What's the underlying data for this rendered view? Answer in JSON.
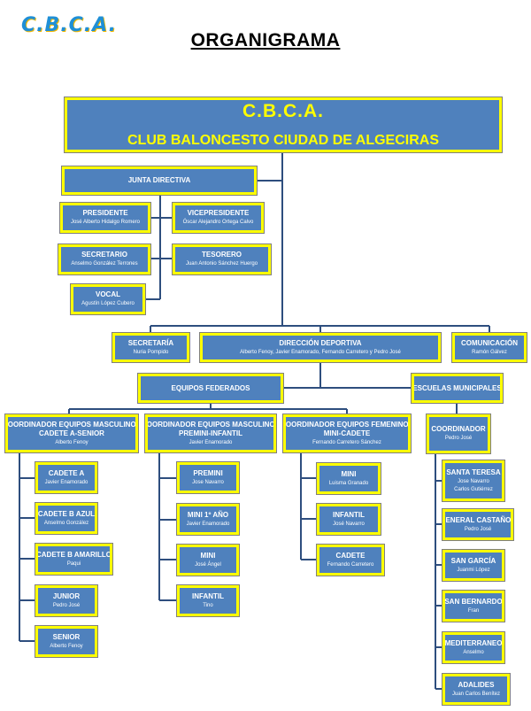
{
  "logo": "C.B.C.A.",
  "page_title": "ORGANIGRAMA",
  "main": {
    "title": "C.B.C.A.",
    "subtitle": "CLUB BALONCESTO CIUDAD DE ALGECIRAS"
  },
  "junta": {
    "title": "JUNTA DIRECTIVA",
    "presidente": {
      "role": "PRESIDENTE",
      "name": "José Alberto Hidalgo Romero"
    },
    "vicepresidente": {
      "role": "VICEPRESIDENTE",
      "name": "Óscar Alejandro Ortega Calvo"
    },
    "secretario": {
      "role": "SECRETARIO",
      "name": "Anselmo González Terrones"
    },
    "tesorero": {
      "role": "TESORERO",
      "name": "Juan Antonio Sánchez Huergo"
    },
    "vocal": {
      "role": "VOCAL",
      "name": "Agustín López Cubero"
    }
  },
  "secretaria": {
    "role": "SECRETARÍA",
    "name": "Nuria Pompido"
  },
  "direccion": {
    "role": "DIRECCIÓN DEPORTIVA",
    "name": "Alberto Fenoy, Javier Enamorado, Fernando Carretero y Pedro José"
  },
  "comunicacion": {
    "role": "COMUNICACIÓN",
    "name": "Ramón Gálvez"
  },
  "federados": {
    "title": "EQUIPOS FEDERADOS"
  },
  "escuelas": {
    "title": "ESCUELAS MUNICIPALES"
  },
  "coord_masc_senior": {
    "line1": "COORDINADOR EQUIPOS MASCULINOS",
    "line2": "CADETE A-SENIOR",
    "name": "Alberto Fenoy"
  },
  "coord_masc_premini": {
    "line1": "COORDINADOR EQUIPOS MASCULINOS",
    "line2": "PREMINI-INFANTIL",
    "name": "Javier Enamorado"
  },
  "coord_fem": {
    "line1": "COORDINADOR EQUIPOS FEMENINOS",
    "line2": "MINI-CADETE",
    "name": "Fernando Carretero Sánchez"
  },
  "coord_escuelas": {
    "role": "COORDINADOR",
    "name": "Pedro José"
  },
  "teams_senior": [
    {
      "role": "CADETE A",
      "name": "Javier Enamorado"
    },
    {
      "role": "CADETE B AZUL",
      "name": "Anselmo González"
    },
    {
      "role": "CADETE B AMARILLO",
      "name": "Paqui"
    },
    {
      "role": "JUNIOR",
      "name": "Pedro José"
    },
    {
      "role": "SENIOR",
      "name": "Alberto Fenoy"
    }
  ],
  "teams_premini": [
    {
      "role": "PREMINI",
      "name": "Jose Navarro"
    },
    {
      "role": "MINI 1º AÑO",
      "name": "Javier Enamorado"
    },
    {
      "role": "MINI",
      "name": "José Ángel"
    },
    {
      "role": "INFANTIL",
      "name": "Tino"
    }
  ],
  "teams_fem": [
    {
      "role": "MINI",
      "name": "Luisma Granado"
    },
    {
      "role": "INFANTIL",
      "name": "José Navarro"
    },
    {
      "role": "CADETE",
      "name": "Fernando Carretero"
    }
  ],
  "escuelas_list": [
    {
      "role": "SANTA TERESA",
      "name": "Jose Navarro",
      "name2": "Carlos Gutiérrez"
    },
    {
      "role": "GENERAL CASTAÑOS",
      "name": "Pedro José"
    },
    {
      "role": "SAN GARCÍA",
      "name": "Juanmi López"
    },
    {
      "role": "SAN BERNARDO",
      "name": "Fran"
    },
    {
      "role": "MEDITERRANEO",
      "name": "Anselmo"
    },
    {
      "role": "ADALIDES",
      "name": "Juan Carlos Benítez"
    }
  ]
}
